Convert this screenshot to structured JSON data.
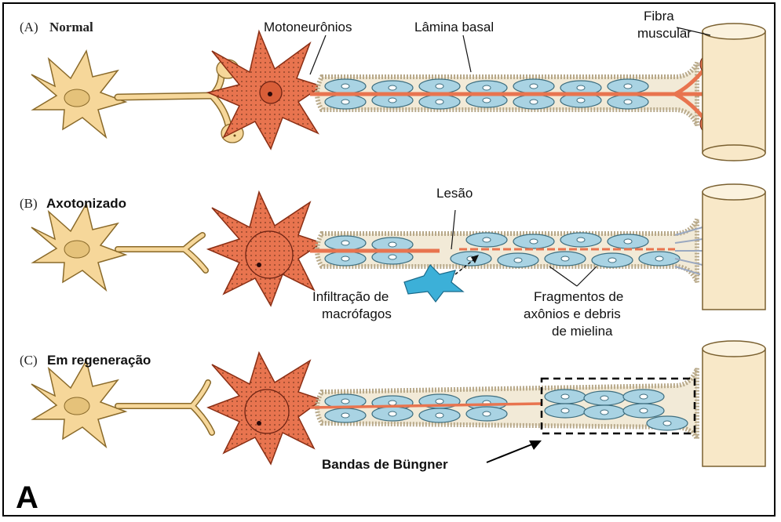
{
  "panel_letter": "A",
  "rows": [
    {
      "prefix": "(A)",
      "title": "Normal"
    },
    {
      "prefix": "(B)",
      "title": "Axotonizado"
    },
    {
      "prefix": "(C)",
      "title": "Em regeneração"
    }
  ],
  "labels": {
    "motoneuronios": "Motoneurônios",
    "lamina_basal": "Lâmina basal",
    "fibra_muscular_1": "Fibra",
    "fibra_muscular_2": "muscular",
    "lesao": "Lesão",
    "infiltracao_1": "Infiltração de",
    "infiltracao_2": "macrófagos",
    "fragmentos_1": "Fragmentos de",
    "fragmentos_2": "axônios e debris",
    "fragmentos_3": "de mielina",
    "bandas": "Bandas de Büngner"
  },
  "colors": {
    "sensory_neuron": "#f6d79a",
    "motoneuron": "#e8744f",
    "schwann_cell": "#a9d3e3",
    "muscle_fiber": "#f8e8c8",
    "basal_lamina": "#b8a98a",
    "macrophage": "#3cb0d8"
  }
}
